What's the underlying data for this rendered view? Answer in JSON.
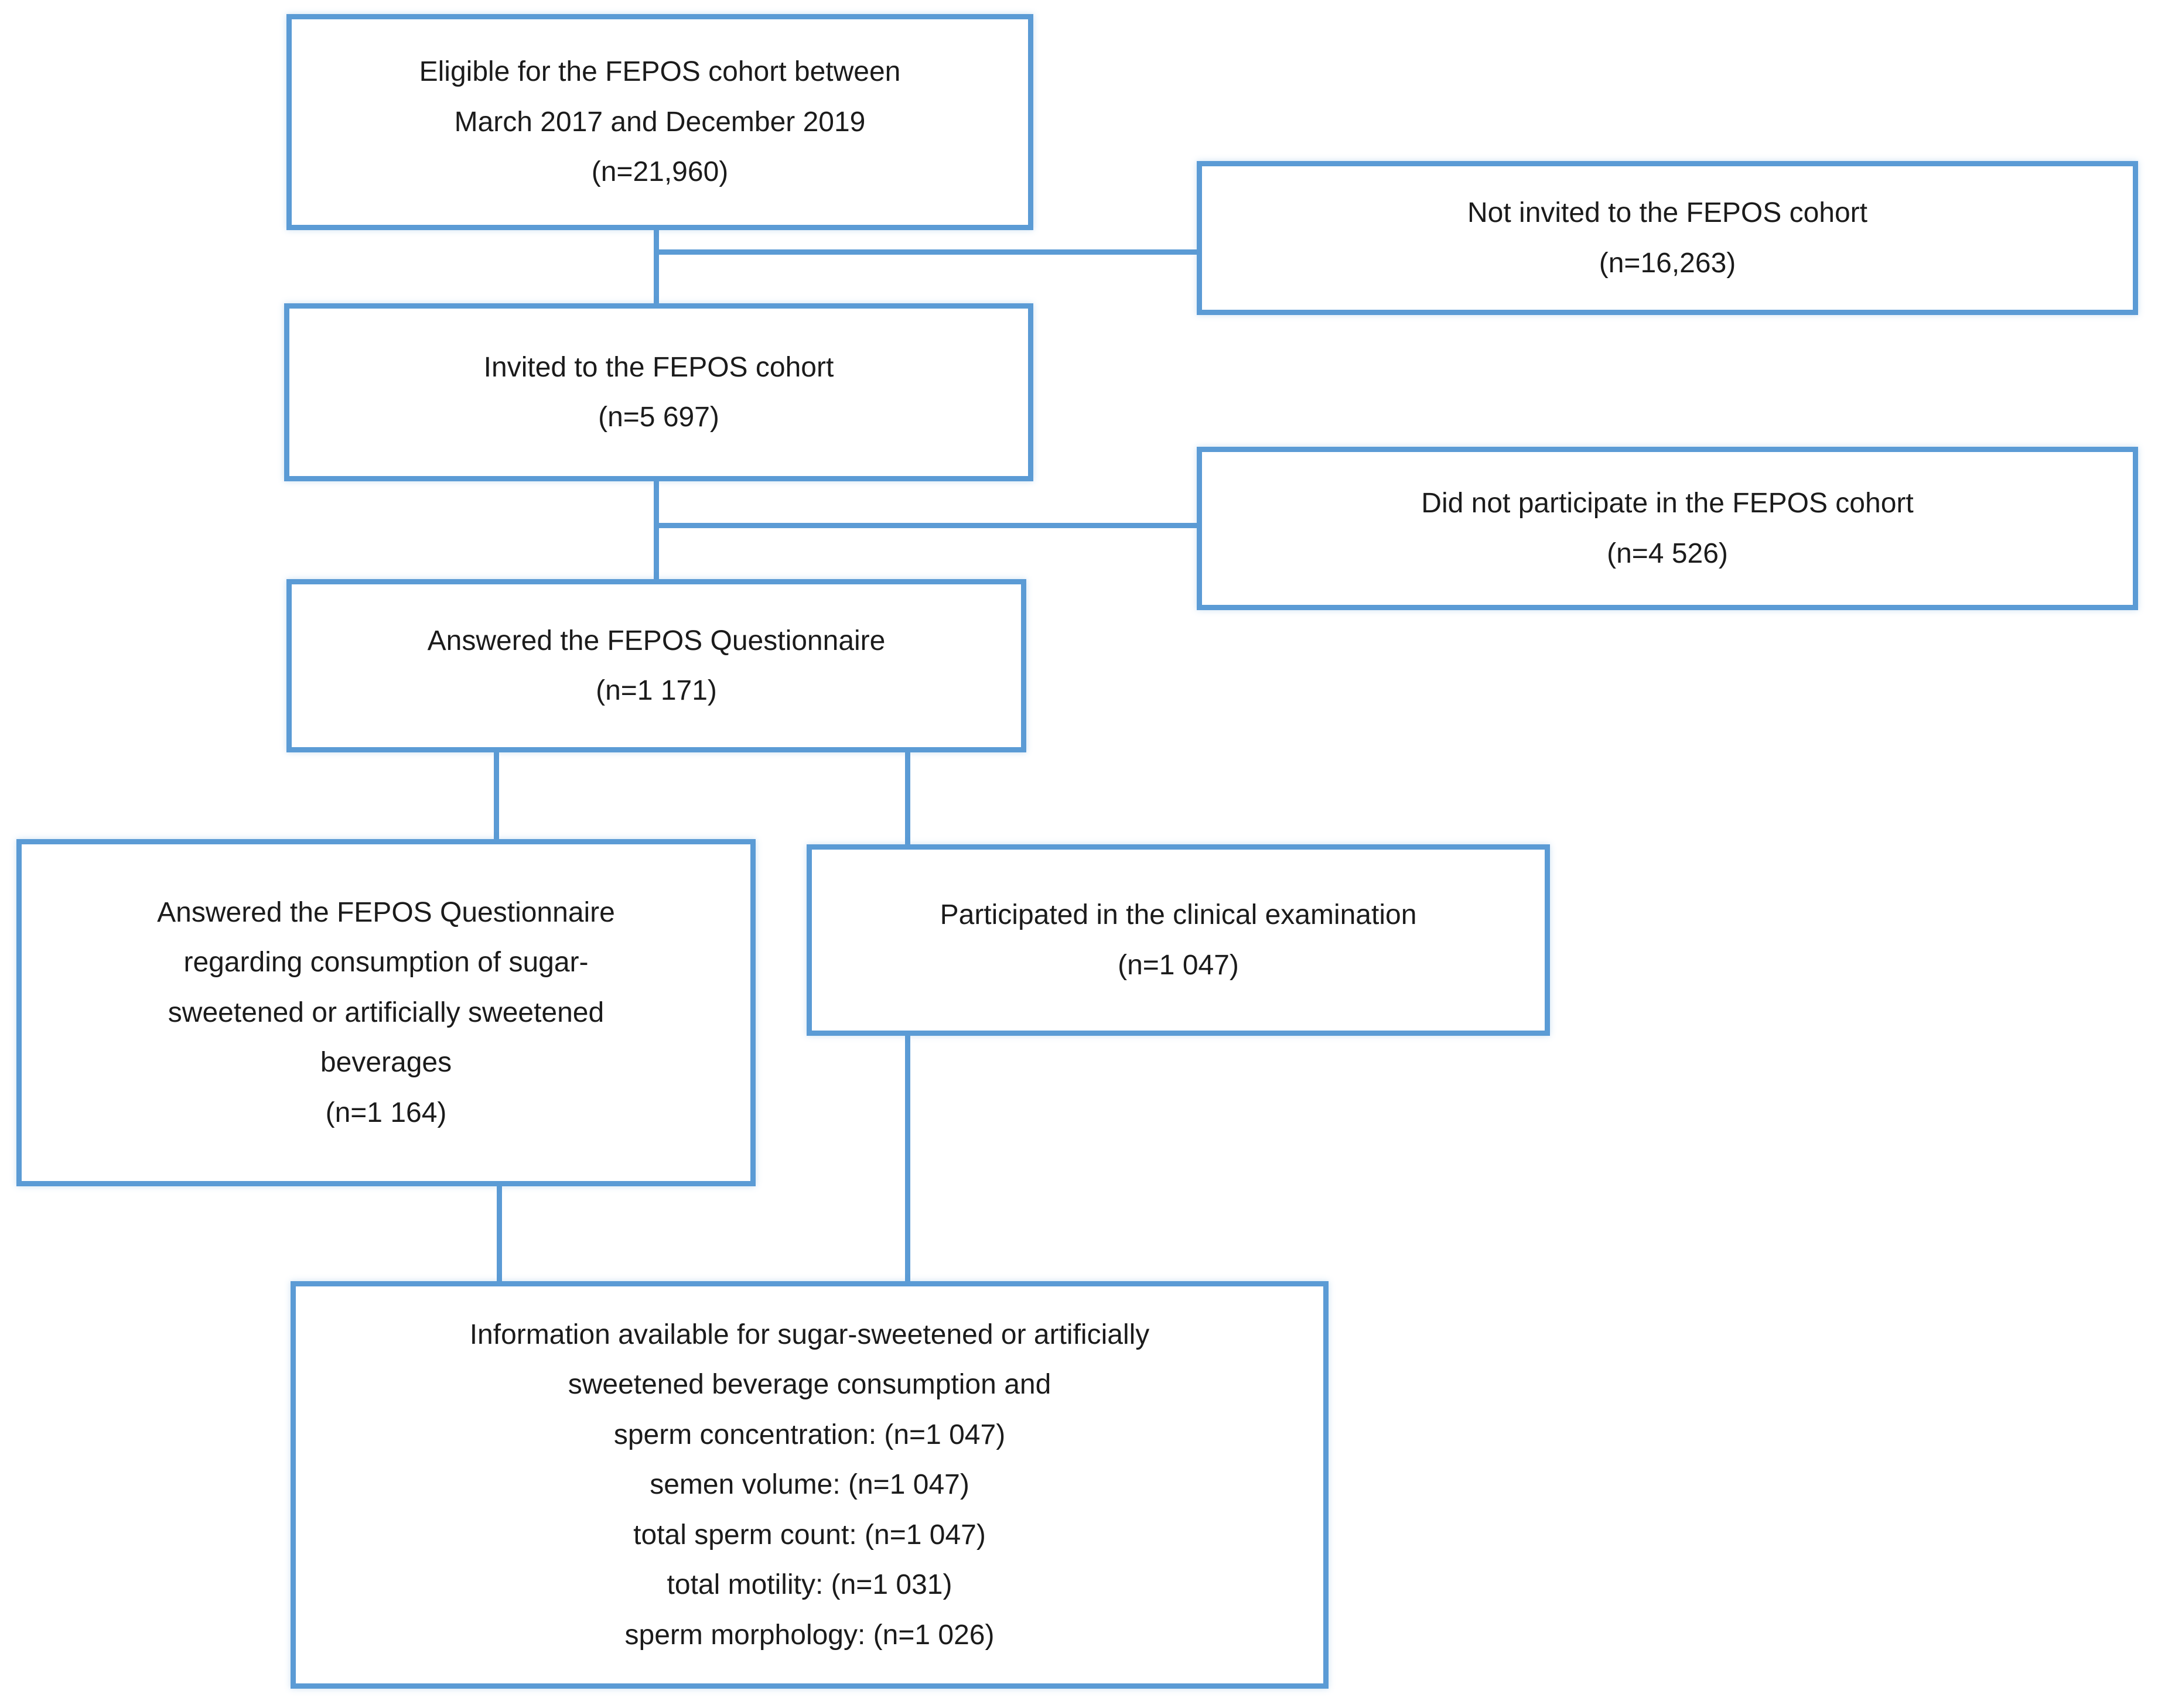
{
  "colors": {
    "box_border": "#5b9bd5",
    "connector": "#5b9bd5",
    "text": "#1b1b1b",
    "background": "#ffffff"
  },
  "boxes": {
    "eligible": {
      "lines": [
        "Eligible for the FEPOS cohort between",
        "March 2017 and December 2019",
        "(n=21,960)"
      ]
    },
    "not_invited": {
      "lines": [
        "Not invited to the FEPOS cohort",
        "(n=16,263)"
      ]
    },
    "invited": {
      "lines": [
        "Invited to the FEPOS cohort",
        "(n=5 697)"
      ]
    },
    "not_participated": {
      "lines": [
        "Did not participate in the FEPOS cohort",
        "(n=4 526)"
      ]
    },
    "answered": {
      "lines": [
        "Answered the FEPOS Questionnaire",
        "(n=1 171)"
      ]
    },
    "answered_ssb": {
      "lines": [
        "Answered the FEPOS Questionnaire",
        "regarding consumption of sugar-",
        "sweetened or artificially sweetened",
        "beverages",
        "(n=1 164)"
      ]
    },
    "clinical": {
      "lines": [
        "Participated in the clinical examination",
        "(n=1 047)"
      ]
    },
    "information": {
      "lines": [
        "Information available for sugar-sweetened or artificially",
        "sweetened beverage consumption and",
        "sperm concentration: (n=1 047)",
        "semen volume: (n=1 047)",
        "total sperm count: (n=1 047)",
        "total motility: (n=1 031)",
        "sperm morphology: (n=1 026)"
      ]
    }
  }
}
